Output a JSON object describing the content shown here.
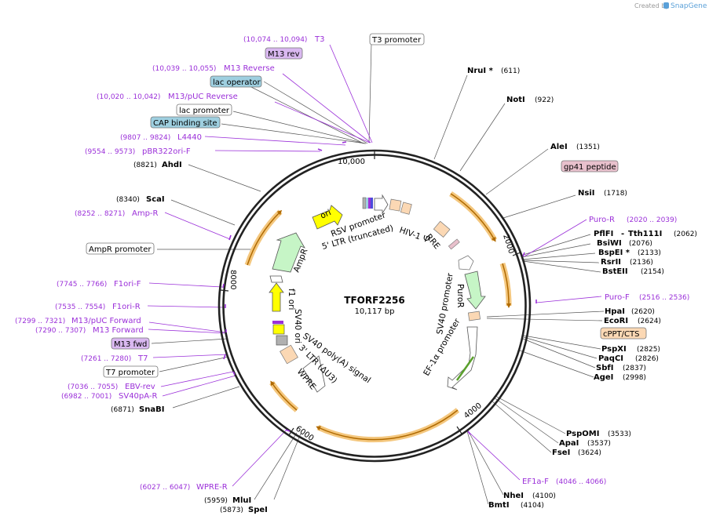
{
  "credit": {
    "prefix": "Created by",
    "brand": "SnapGene"
  },
  "plasmid": {
    "name": "TFORF2256",
    "length": "10,117 bp"
  },
  "ticks": [
    "10,000",
    "2000",
    "4000",
    "6000",
    "8000"
  ],
  "enzymes": [
    {
      "name": "NruI *",
      "pos": "(611)"
    },
    {
      "name": "NotI",
      "pos": "(922)"
    },
    {
      "name": "AleI",
      "pos": "(1351)"
    },
    {
      "name": "NsiI",
      "pos": "(1718)"
    },
    {
      "name": "PflFI",
      "sep": "-",
      "name2": "Tth111I",
      "pos": "(2062)"
    },
    {
      "name": "BsiWI",
      "pos": "(2076)"
    },
    {
      "name": "BspEI *",
      "pos": "(2133)"
    },
    {
      "name": "RsrII",
      "pos": "(2136)"
    },
    {
      "name": "BstEII",
      "pos": "(2154)"
    },
    {
      "name": "HpaI",
      "pos": "(2620)"
    },
    {
      "name": "EcoRI",
      "pos": "(2624)"
    },
    {
      "name": "PspXI",
      "pos": "(2825)"
    },
    {
      "name": "PaqCI",
      "pos": "(2826)"
    },
    {
      "name": "SbfI",
      "pos": "(2837)"
    },
    {
      "name": "AgeI",
      "pos": "(2998)"
    },
    {
      "name": "PspOMI",
      "pos": "(3533)"
    },
    {
      "name": "ApaI",
      "pos": "(3537)"
    },
    {
      "name": "FseI",
      "pos": "(3624)"
    },
    {
      "name": "NheI",
      "pos": "(4100)"
    },
    {
      "name": "BmtI",
      "pos": "(4104)"
    },
    {
      "name": "SpeI",
      "pos": "(5873)"
    },
    {
      "name": "MluI",
      "pos": "(5959)"
    },
    {
      "name": "SnaBI",
      "pos": "(6871)"
    },
    {
      "name": "ScaI",
      "pos": "(8340)"
    },
    {
      "name": "AhdI",
      "pos": "(8821)"
    }
  ],
  "primers": [
    {
      "name": "T3",
      "pos": "(10,074 .. 10,094)"
    },
    {
      "name": "M13 Reverse",
      "pos": "(10,039 .. 10,055)"
    },
    {
      "name": "M13/pUC Reverse",
      "pos": "(10,020 .. 10,042)"
    },
    {
      "name": "L4440",
      "pos": "(9807 .. 9824)"
    },
    {
      "name": "pBR322ori-F",
      "pos": "(9554 .. 9573)"
    },
    {
      "name": "Amp-R",
      "pos": "(8252 .. 8271)"
    },
    {
      "name": "F1ori-F",
      "pos": "(7745 .. 7766)"
    },
    {
      "name": "F1ori-R",
      "pos": "(7535 .. 7554)"
    },
    {
      "name": "M13/pUC Forward",
      "pos": "(7299 .. 7321)"
    },
    {
      "name": "M13 Forward",
      "pos": "(7290 .. 7307)"
    },
    {
      "name": "T7",
      "pos": "(7261 .. 7280)"
    },
    {
      "name": "EBV-rev",
      "pos": "(7036 .. 7055)"
    },
    {
      "name": "SV40pA-R",
      "pos": "(6982 .. 7001)"
    },
    {
      "name": "WPRE-R",
      "pos": "(6027 .. 6047)"
    },
    {
      "name": "Puro-R",
      "pos": "(2020 .. 2039)"
    },
    {
      "name": "Puro-F",
      "pos": "(2516 .. 2536)"
    },
    {
      "name": "EF1a-F",
      "pos": "(4046 .. 4066)"
    }
  ],
  "boxed_labels": [
    {
      "text": "T3 promoter"
    },
    {
      "text": "M13 rev"
    },
    {
      "text": "lac operator"
    },
    {
      "text": "lac promoter"
    },
    {
      "text": "CAP binding site"
    },
    {
      "text": "gp41 peptide"
    },
    {
      "text": "cPPT/CTS"
    },
    {
      "text": "AmpR promoter"
    },
    {
      "text": "M13 fwd"
    },
    {
      "text": "T7 promoter"
    }
  ],
  "features": [
    "ori",
    "RSV promoter",
    "5' LTR (truncated)",
    "HIV-1 Ψ",
    "RRE",
    "AmpR",
    "f1 ori",
    "SV40 ori",
    "PuroR",
    "SV40 promoter",
    "EF-1α promoter",
    "SV40 poly(A) signal",
    "3' LTR (ΔU3)",
    "WPRE"
  ],
  "colors": {
    "primer": "#9b30d9",
    "orf": "#e8a33c",
    "ori": "#ffff00",
    "cap": "#9ecfe0",
    "gp41": "#e8c0cc",
    "cppt": "#fbd8b4",
    "mrev": "#d9b8f0"
  }
}
